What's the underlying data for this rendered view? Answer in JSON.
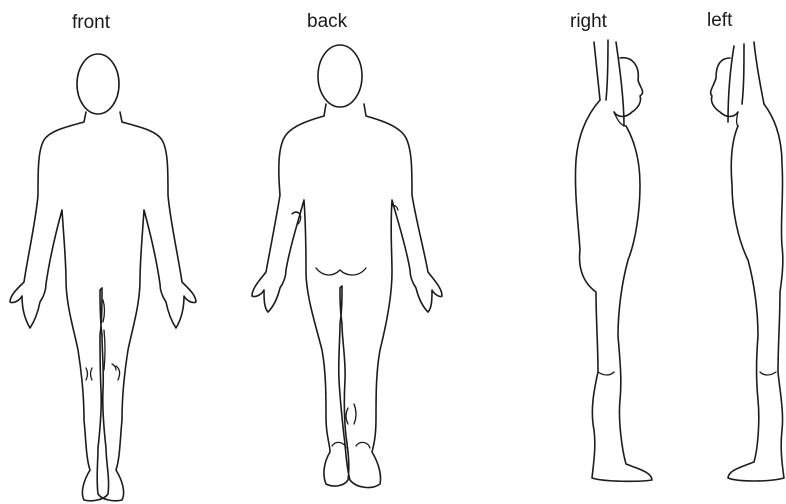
{
  "views": [
    {
      "id": "front",
      "label": "front"
    },
    {
      "id": "back",
      "label": "back"
    },
    {
      "id": "right",
      "label": "right"
    },
    {
      "id": "left",
      "label": "left"
    }
  ]
}
